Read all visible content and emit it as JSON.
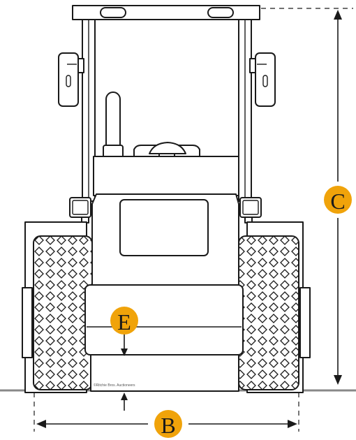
{
  "labels": {
    "width": "B",
    "height": "C",
    "ground_clearance": "E"
  },
  "copyright": "©Ritchie Bros. Auctioneers",
  "colors": {
    "badge": "#f0a30a",
    "line": "#1a1a1a",
    "ground": "#888888"
  }
}
